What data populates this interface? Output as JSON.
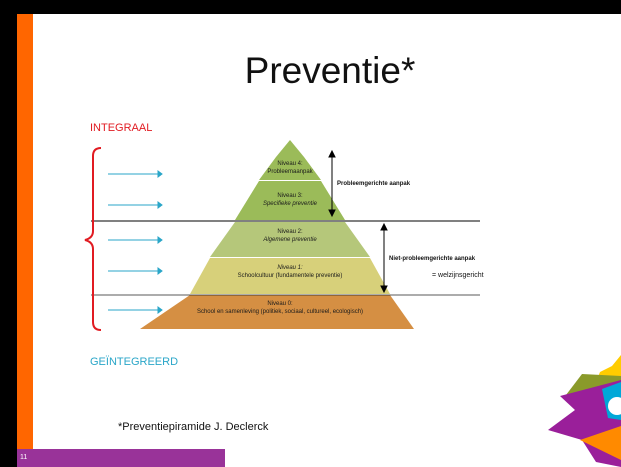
{
  "slide": {
    "title": "Preventie*",
    "top_label": "INTEGRAAL",
    "bottom_label": "GEÏNTEGREERD",
    "footnote": "*Preventiepiramide J. Declerck",
    "page_number": "11"
  },
  "pyramid": {
    "levels": [
      {
        "name": "Niveau 4:",
        "desc": "Probleemaanpak"
      },
      {
        "name": "Niveau 3:",
        "desc": "Specifieke preventie"
      },
      {
        "name": "Niveau 2:",
        "desc": "Algemene preventie"
      },
      {
        "name": "Niveau 1:",
        "desc": "Schoolcultuur (fundamentele preventie)"
      },
      {
        "name": "Niveau 0:",
        "desc": "School en samenleving (politiek, sociaal, cultureel, ecologisch)"
      }
    ],
    "right_labels": {
      "upper": "Probleemgerichte aanpak",
      "lower": "Niet-probleemgerichte aanpak",
      "lower_note": "= welzijnsgericht"
    }
  },
  "colors": {
    "accent_orange": "#ff6600",
    "footer_purple": "#993399",
    "label_red": "#e11b22",
    "label_blue": "#2aa6c8",
    "arrow_blue": "#2aa6c8",
    "level_4": "#9bbb59",
    "level_3": "#9bbb59",
    "level_2": "#b5c77a",
    "level_1": "#d7d07a",
    "level_0": "#d58f43"
  }
}
